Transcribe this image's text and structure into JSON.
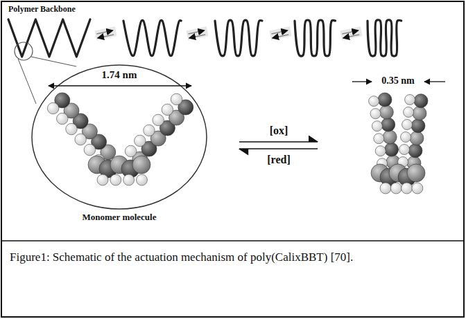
{
  "diagram": {
    "caption": "Figure1: Schematic of the actuation mechanism of poly(CalixBBT) [70].",
    "labels": [
      "Polymer Backbone",
      "1.74 nm",
      "[ox]",
      "[red]",
      "0.35 nm",
      "Monomer molecule"
    ]
  }
}
